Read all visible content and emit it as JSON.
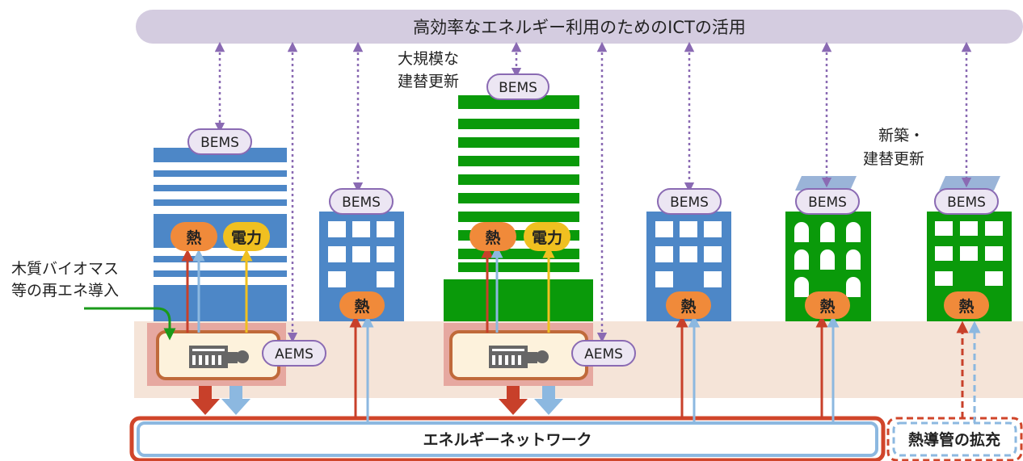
{
  "top_banner": "高効率なエネルギー利用のためのICTの活用",
  "bems_label": "BEMS",
  "aems_label": "AEMS",
  "heat_label": "熱",
  "power_label": "電力",
  "annotations": {
    "large_rebuild_line1": "大規模な",
    "large_rebuild_line2": "建替更新",
    "new_rebuild_line1": "新築・",
    "new_rebuild_line2": "建替更新",
    "biomass_line1": "木質バイオマス",
    "biomass_line2": "等の再エネ導入"
  },
  "network_label": "エネルギーネットワーク",
  "pipe_expansion_label": "熱導管の拡充",
  "colors": {
    "banner": "#d4cce0",
    "bems_fill": "#ece6f3",
    "bems_stroke": "#8a6ab3",
    "dotted_arrow": "#8a6ab3",
    "blue_building": "#4d87c7",
    "green_building": "#0a9a0a",
    "heat_circle": "#f08a3a",
    "power_circle": "#f0c020",
    "red_arrow": "#c8402a",
    "lightblue_arrow": "#8cb8e0",
    "ground": "#f5e4d8",
    "plant_fill": "#fdf2dc",
    "plant_stroke": "#c06a3a",
    "network_red": "#d0452a"
  }
}
